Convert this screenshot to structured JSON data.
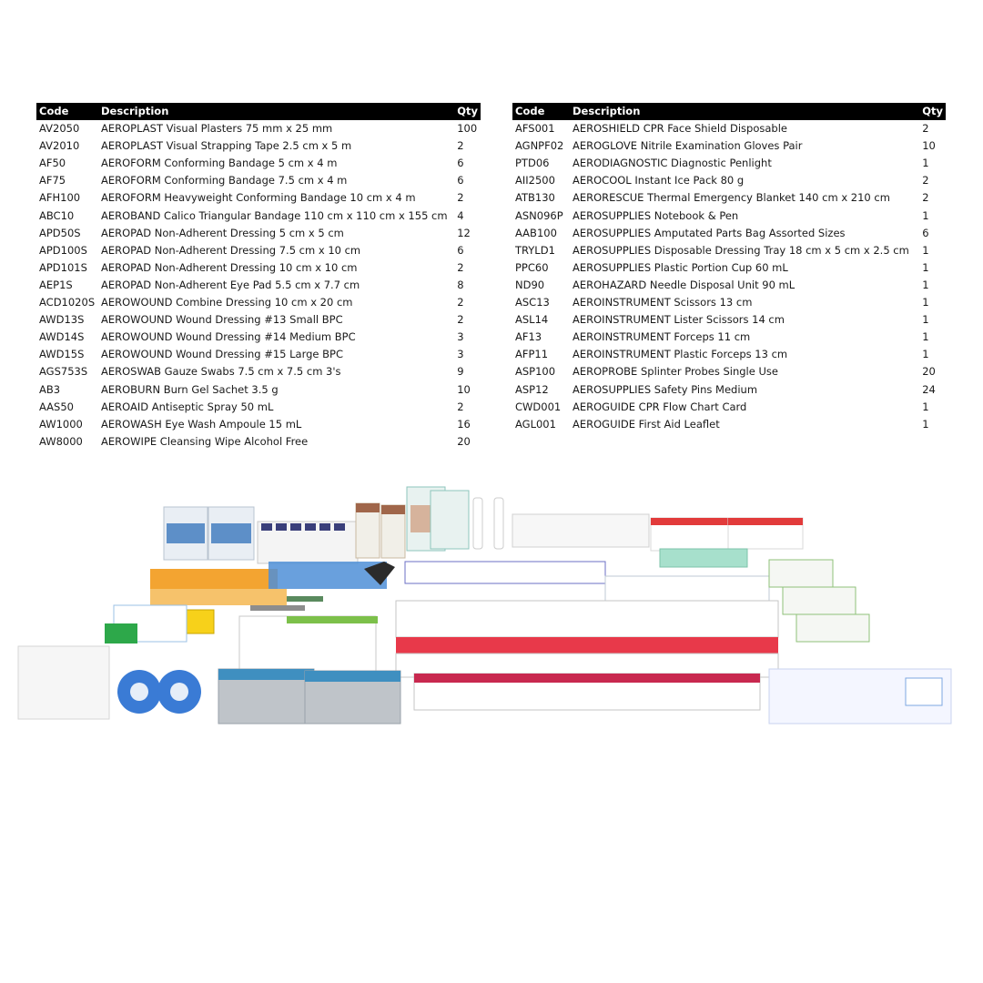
{
  "headers": {
    "code": "Code",
    "description": "Description",
    "qty": "Qty"
  },
  "left_items": [
    {
      "code": "AV2050",
      "description": "AEROPLAST Visual Plasters 75 mm x 25 mm",
      "qty": "100"
    },
    {
      "code": "AV2010",
      "description": "AEROPLAST Visual Strapping Tape 2.5 cm x 5 m",
      "qty": "2"
    },
    {
      "code": "AF50",
      "description": "AEROFORM Conforming Bandage 5 cm x 4 m",
      "qty": "6"
    },
    {
      "code": "AF75",
      "description": "AEROFORM Conforming Bandage 7.5 cm x 4 m",
      "qty": "6"
    },
    {
      "code": "AFH100",
      "description": "AEROFORM Heavyweight Conforming Bandage 10 cm x 4 m",
      "qty": "2"
    },
    {
      "code": "ABC10",
      "description": "AEROBAND Calico Triangular Bandage 110 cm x 110 cm x 155 cm",
      "qty": "4"
    },
    {
      "code": "APD50S",
      "description": "AEROPAD Non-Adherent Dressing 5 cm x 5 cm",
      "qty": "12"
    },
    {
      "code": "APD100S",
      "description": "AEROPAD Non-Adherent Dressing 7.5 cm x 10 cm",
      "qty": "6"
    },
    {
      "code": "APD101S",
      "description": "AEROPAD Non-Adherent Dressing 10 cm x 10 cm",
      "qty": "2"
    },
    {
      "code": "AEP1S",
      "description": "AEROPAD Non-Adherent Eye Pad 5.5 cm x 7.7 cm",
      "qty": "8"
    },
    {
      "code": "ACD1020S",
      "description": "AEROWOUND Combine Dressing 10 cm x 20 cm",
      "qty": "2"
    },
    {
      "code": "AWD13S",
      "description": "AEROWOUND Wound Dressing #13 Small BPC",
      "qty": "2"
    },
    {
      "code": "AWD14S",
      "description": "AEROWOUND Wound Dressing #14 Medium BPC",
      "qty": "3"
    },
    {
      "code": "AWD15S",
      "description": "AEROWOUND Wound Dressing #15 Large BPC",
      "qty": "3"
    },
    {
      "code": "AGS753S",
      "description": "AEROSWAB Gauze Swabs 7.5 cm x 7.5 cm 3's",
      "qty": "9"
    },
    {
      "code": "AB3",
      "description": "AEROBURN Burn Gel Sachet 3.5 g",
      "qty": "10"
    },
    {
      "code": "AAS50",
      "description": "AEROAID Antiseptic Spray 50 mL",
      "qty": "2"
    },
    {
      "code": "AW1000",
      "description": "AEROWASH Eye Wash Ampoule 15 mL",
      "qty": "16"
    },
    {
      "code": "AW8000",
      "description": "AEROWIPE Cleansing Wipe Alcohol Free",
      "qty": "20"
    }
  ],
  "right_items": [
    {
      "code": "AFS001",
      "description": "AEROSHIELD CPR Face Shield Disposable",
      "qty": "2"
    },
    {
      "code": "AGNPF02",
      "description": "AEROGLOVE Nitrile Examination Gloves Pair",
      "qty": "10"
    },
    {
      "code": "PTD06",
      "description": "AERODIAGNOSTIC Diagnostic Penlight",
      "qty": "1"
    },
    {
      "code": "AII2500",
      "description": "AEROCOOL Instant Ice Pack 80 g",
      "qty": "2"
    },
    {
      "code": "ATB130",
      "description": "AERORESCUE Thermal Emergency Blanket 140 cm x 210 cm",
      "qty": "2"
    },
    {
      "code": "ASN096P",
      "description": "AEROSUPPLIES Notebook & Pen",
      "qty": "1"
    },
    {
      "code": "AAB100",
      "description": "AEROSUPPLIES Amputated Parts Bag Assorted Sizes",
      "qty": "6"
    },
    {
      "code": "TRYLD1",
      "description": "AEROSUPPLIES Disposable Dressing Tray 18 cm x 5 cm x 2.5 cm",
      "qty": "1"
    },
    {
      "code": "PPC60",
      "description": "AEROSUPPLIES Plastic Portion Cup 60 mL",
      "qty": "1"
    },
    {
      "code": "ND90",
      "description": "AEROHAZARD Needle Disposal Unit 90 mL",
      "qty": "1"
    },
    {
      "code": "ASC13",
      "description": "AEROINSTRUMENT Scissors 13 cm",
      "qty": "1"
    },
    {
      "code": "ASL14",
      "description": "AEROINSTRUMENT Lister Scissors 14 cm",
      "qty": "1"
    },
    {
      "code": "AF13",
      "description": "AEROINSTRUMENT Forceps 11 cm",
      "qty": "1"
    },
    {
      "code": "AFP11",
      "description": "AEROINSTRUMENT Plastic Forceps 13 cm",
      "qty": "1"
    },
    {
      "code": "ASP100",
      "description": "AEROPROBE Splinter Probes Single Use",
      "qty": "20"
    },
    {
      "code": "ASP12",
      "description": "AEROSUPPLIES Safety Pins Medium",
      "qty": "24"
    },
    {
      "code": "CWD001",
      "description": "AEROGUIDE CPR Flow Chart Card",
      "qty": "1"
    },
    {
      "code": "AGL001",
      "description": "AEROGUIDE First Aid Leaflet",
      "qty": "1"
    }
  ]
}
